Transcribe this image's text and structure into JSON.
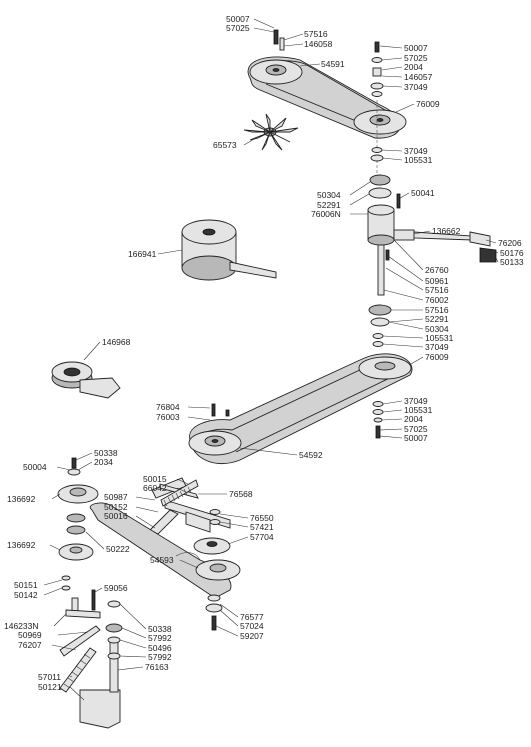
{
  "labels": [
    "50007",
    "57025",
    "57516",
    "146058",
    "54591",
    "65573",
    "50007",
    "57025",
    "2004",
    "146057",
    "37049",
    "76009",
    "37049",
    "105531",
    "50304",
    "52291",
    "76006N",
    "50041",
    "136662",
    "76206",
    "50176",
    "50133",
    "166941",
    "26760",
    "50961",
    "57516",
    "76002",
    "57516",
    "52291",
    "50304",
    "105531",
    "37049",
    "76009",
    "146968",
    "76804",
    "76003",
    "37049",
    "105531",
    "2004",
    "57025",
    "50007",
    "54592",
    "50338",
    "2034",
    "50004",
    "136692",
    "50015",
    "66042",
    "76568",
    "50987",
    "50152",
    "50016",
    "76550",
    "57421",
    "57704",
    "50222",
    "136692",
    "54593",
    "50151",
    "50142",
    "59056",
    "146233N",
    "50969",
    "76207",
    "50338",
    "57992",
    "50496",
    "57992",
    "76577",
    "57024",
    "59207",
    "57011",
    "50121",
    "76163"
  ]
}
